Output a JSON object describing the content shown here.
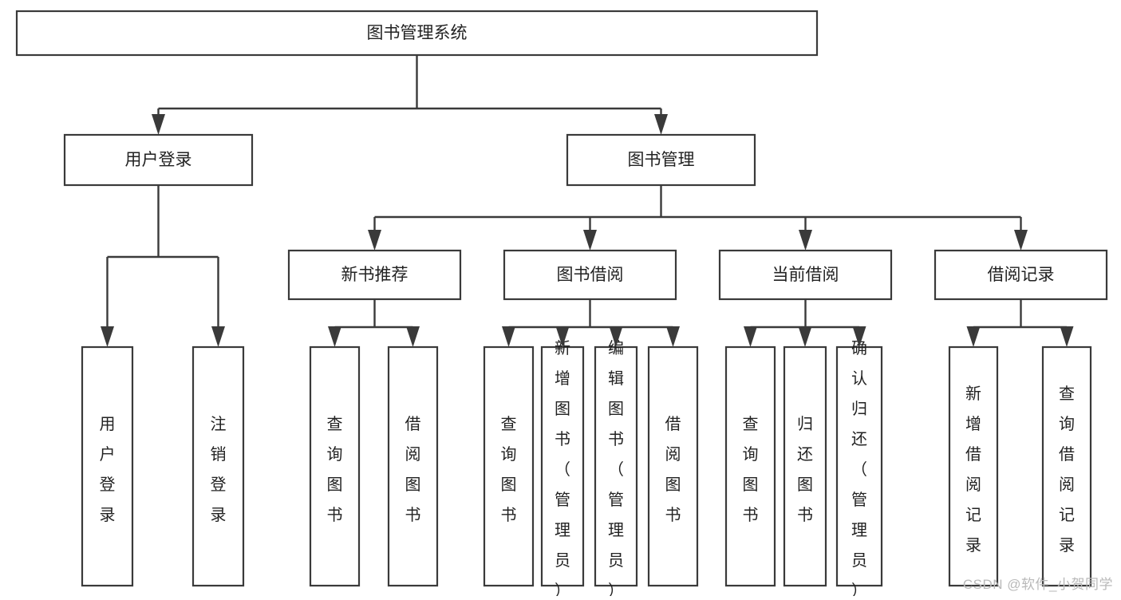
{
  "diagram": {
    "title": "图书管理系统",
    "type": "tree",
    "orientation": "top-down",
    "root": {
      "id": "root",
      "label": "图书管理系统",
      "text_orientation": "horizontal"
    },
    "level2": [
      {
        "id": "user-login",
        "label": "用户登录",
        "text_orientation": "horizontal"
      },
      {
        "id": "book-management",
        "label": "图书管理",
        "text_orientation": "horizontal"
      }
    ],
    "level3": [
      {
        "id": "new-book-recommend",
        "label": "新书推荐",
        "parent": "book-management",
        "text_orientation": "horizontal"
      },
      {
        "id": "book-borrow",
        "label": "图书借阅",
        "parent": "book-management",
        "text_orientation": "horizontal"
      },
      {
        "id": "current-borrow",
        "label": "当前借阅",
        "parent": "book-management",
        "text_orientation": "horizontal"
      },
      {
        "id": "borrow-record",
        "label": "借阅记录",
        "parent": "book-management",
        "text_orientation": "horizontal"
      }
    ],
    "leaves": [
      {
        "id": "leaf-user-login",
        "label": "用户登录",
        "parent": "user-login",
        "text_orientation": "vertical"
      },
      {
        "id": "leaf-user-logout",
        "label": "注销登录",
        "parent": "user-login",
        "text_orientation": "vertical"
      },
      {
        "id": "leaf-query-book-1",
        "label": "查询图书",
        "parent": "new-book-recommend",
        "text_orientation": "vertical"
      },
      {
        "id": "leaf-borrow-book-1",
        "label": "借阅图书",
        "parent": "new-book-recommend",
        "text_orientation": "vertical"
      },
      {
        "id": "leaf-query-book-2",
        "label": "查询图书",
        "parent": "book-borrow",
        "text_orientation": "vertical"
      },
      {
        "id": "leaf-add-book",
        "label": "新增图书（管理员）",
        "parent": "book-borrow",
        "text_orientation": "vertical"
      },
      {
        "id": "leaf-edit-book",
        "label": "编辑图书（管理员）",
        "parent": "book-borrow",
        "text_orientation": "vertical"
      },
      {
        "id": "leaf-borrow-book-2",
        "label": "借阅图书",
        "parent": "book-borrow",
        "text_orientation": "vertical"
      },
      {
        "id": "leaf-query-book-3",
        "label": "查询图书",
        "parent": "current-borrow",
        "text_orientation": "vertical"
      },
      {
        "id": "leaf-return-book",
        "label": "归还图书",
        "parent": "current-borrow",
        "text_orientation": "vertical"
      },
      {
        "id": "leaf-confirm-return",
        "label": "确认归还（管理员）",
        "parent": "current-borrow",
        "text_orientation": "vertical"
      },
      {
        "id": "leaf-add-record",
        "label": "新增借阅记录",
        "parent": "borrow-record",
        "text_orientation": "vertical"
      },
      {
        "id": "leaf-query-record",
        "label": "查询借阅记录",
        "parent": "borrow-record",
        "text_orientation": "vertical"
      }
    ]
  },
  "watermark": {
    "text": "CSDN @软件_小贺同学"
  },
  "colors": {
    "background": "#ffffff",
    "box_stroke": "#3a3a3a",
    "box_fill": "#ffffff",
    "text": "#222222",
    "connector": "#3a3a3a",
    "watermark": "#b9b9b9"
  }
}
